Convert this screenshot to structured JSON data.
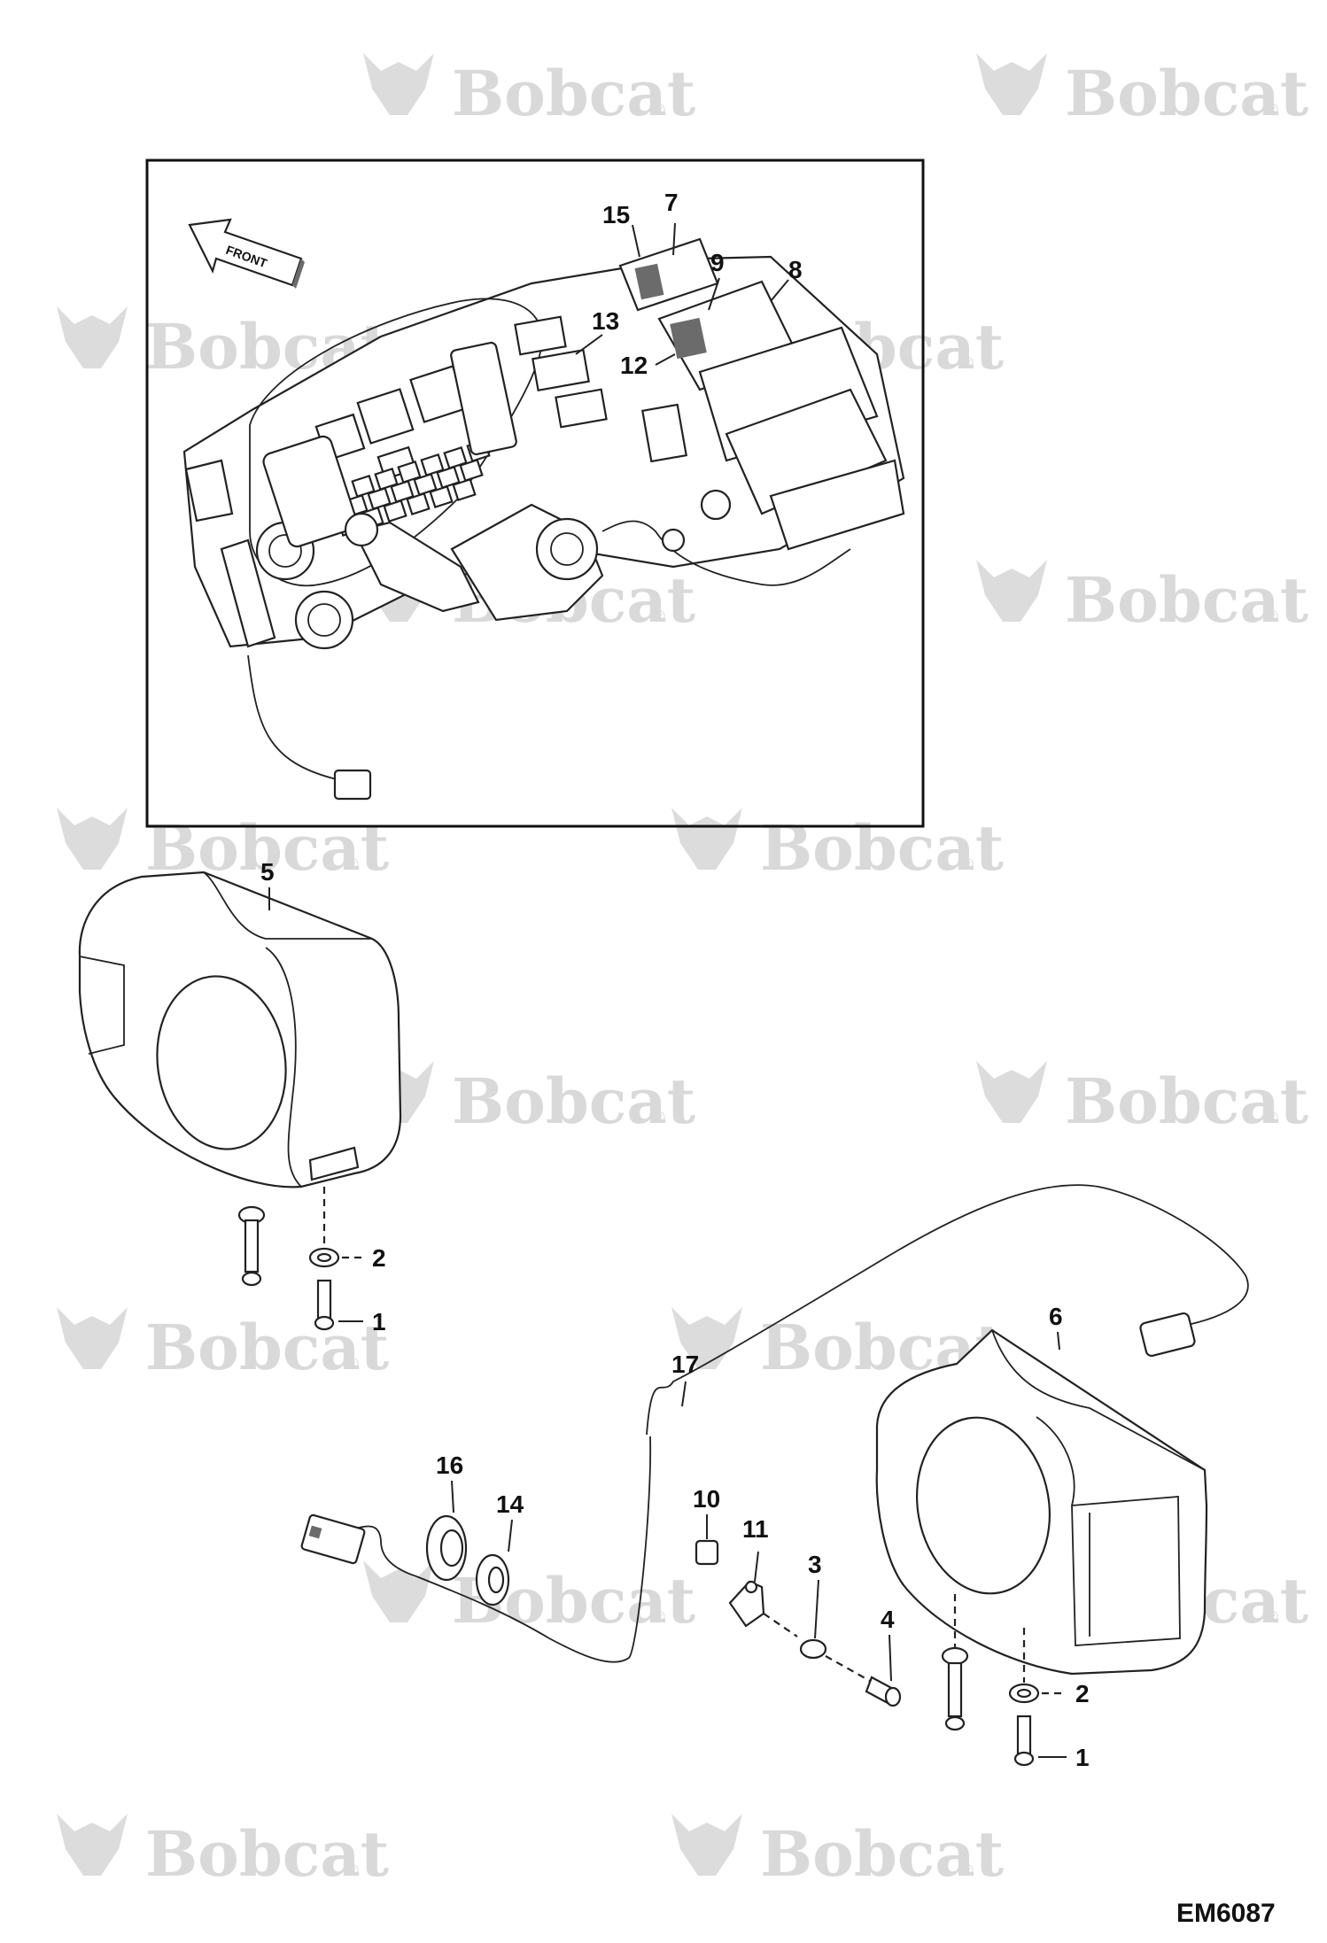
{
  "watermark": {
    "brand": "Bobcat",
    "mark": "®"
  },
  "inset": {
    "front_label": "FRONT"
  },
  "callouts": [
    {
      "id": "c15a",
      "text": "15"
    },
    {
      "id": "c7",
      "text": "7"
    },
    {
      "id": "c9",
      "text": "9"
    },
    {
      "id": "c8",
      "text": "8"
    },
    {
      "id": "c13",
      "text": "13"
    },
    {
      "id": "c12",
      "text": "12"
    },
    {
      "id": "c5",
      "text": "5"
    },
    {
      "id": "c2a",
      "text": "2"
    },
    {
      "id": "c1a",
      "text": "1"
    },
    {
      "id": "c6",
      "text": "6"
    },
    {
      "id": "c17",
      "text": "17"
    },
    {
      "id": "c16",
      "text": "16"
    },
    {
      "id": "c14",
      "text": "14"
    },
    {
      "id": "c10",
      "text": "10"
    },
    {
      "id": "c11",
      "text": "11"
    },
    {
      "id": "c3",
      "text": "3"
    },
    {
      "id": "c4",
      "text": "4"
    },
    {
      "id": "c2b",
      "text": "2"
    },
    {
      "id": "c1b",
      "text": "1"
    }
  ],
  "drawing_id": "EM6087"
}
